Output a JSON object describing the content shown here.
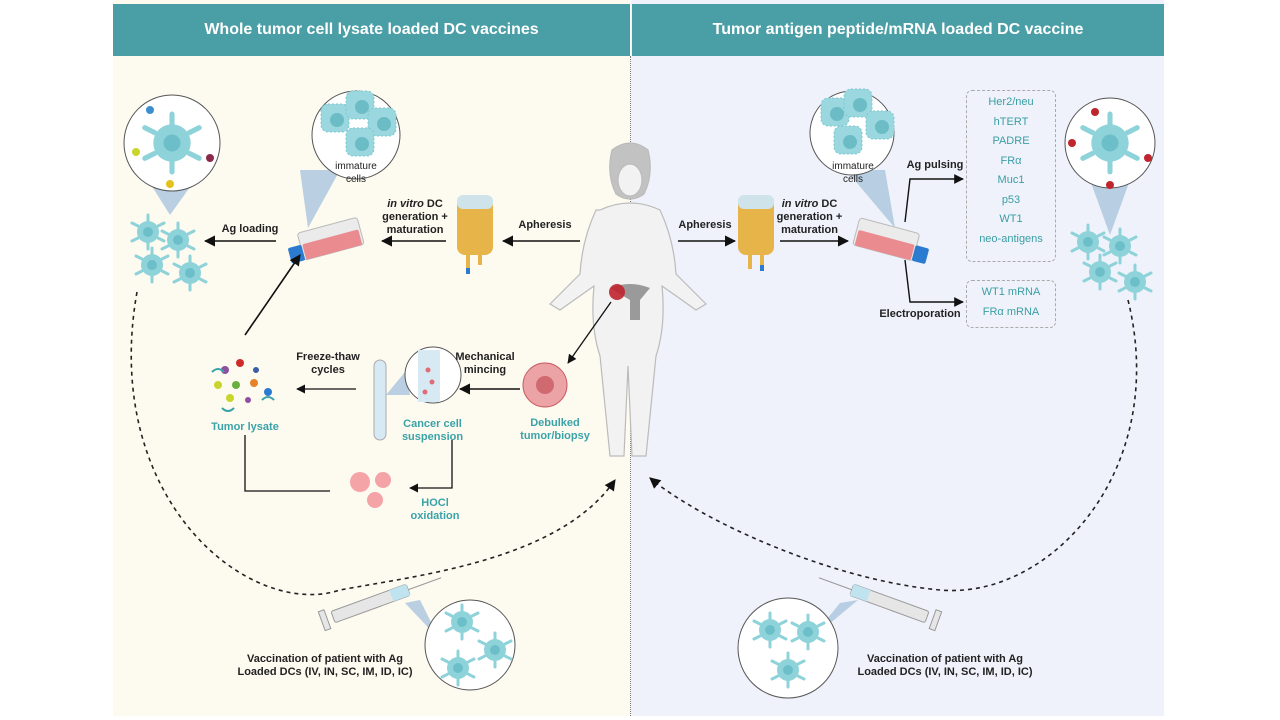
{
  "headers": {
    "left": "Whole tumor cell lysate loaded DC vaccines",
    "right": "Tumor antigen peptide/mRNA loaded DC vaccine"
  },
  "left": {
    "immature_cells": "immature cells",
    "ag_loading": "Ag loading",
    "in_vitro_italic": "in vitro",
    "in_vitro_rest": " DC",
    "in_vitro_line2": "generation +",
    "in_vitro_line3": "maturation",
    "apheresis": "Apheresis",
    "freeze_thaw_1": "Freeze-thaw",
    "freeze_thaw_2": "cycles",
    "mechanical_1": "Mechanical",
    "mechanical_2": "mincing",
    "tumor_lysate": "Tumor lysate",
    "cancer_cell_1": "Cancer cell",
    "cancer_cell_2": "suspension",
    "debulked_1": "Debulked",
    "debulked_2": "tumor/biopsy",
    "hocl_1": "HOCl",
    "hocl_2": "oxidation",
    "vaccination_1": "Vaccination of patient with Ag",
    "vaccination_2": "Loaded DCs (IV, IN, SC, IM, ID, IC)"
  },
  "right": {
    "apheresis": "Apheresis",
    "immature_cells": "immature cells",
    "in_vitro_italic": "in vitro",
    "in_vitro_rest": " DC",
    "in_vitro_line2": "generation +",
    "in_vitro_line3": "maturation",
    "ag_pulsing": "Ag pulsing",
    "electroporation": "Electroporation",
    "peptide_antigens": [
      "Her2/neu",
      "hTERT",
      "PADRE",
      "FRα",
      "Muc1",
      "p53",
      "WT1",
      "neo-antigens"
    ],
    "mrna_antigens": [
      "WT1 mRNA",
      "FRα mRNA"
    ],
    "vaccination_1": "Vaccination of patient with Ag",
    "vaccination_2": "Loaded DCs (IV, IN, SC, IM, ID, IC)"
  },
  "colors": {
    "header_bg": "#4a9fa6",
    "left_bg": "#fdfaf0",
    "right_bg": "#eff2fb",
    "accent_teal": "#3aa3a8",
    "cell_fill": "#8fd3da"
  }
}
